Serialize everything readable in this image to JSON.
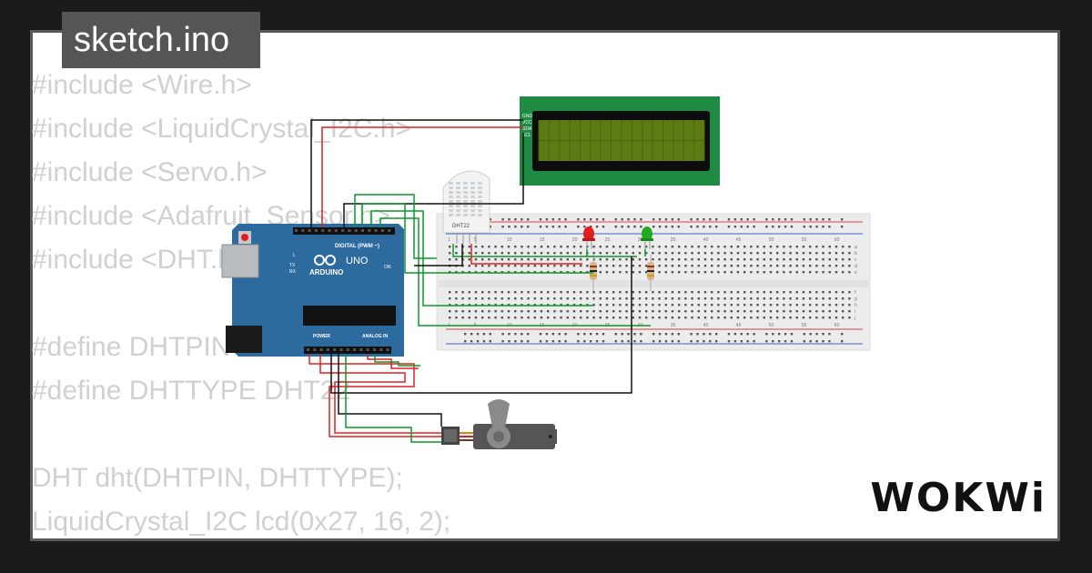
{
  "title": "sketch.ino",
  "code_lines": [
    "#include <Wire.h>",
    "#include <LiquidCrystal_I2C.h>",
    "#include <Servo.h>",
    "#include <Adafruit_Sensor.h>",
    "#include <DHT.h>",
    "",
    "#define DHTPIN 2",
    "#define DHTTYPE DHT22",
    "",
    "DHT dht(DHTPIN, DHTTYPE);",
    "LiquidCrystal_I2C lcd(0x27, 16, 2);"
  ],
  "arduino": {
    "brand": "ARDUINO",
    "model": "UNO",
    "digital_label": "DIGITAL (PWM ~)",
    "power_label": "POWER",
    "analog_label": "ANALOG IN",
    "on_label": "ON",
    "l_label": "L",
    "tx_label": "TX",
    "rx_label": "RX"
  },
  "dht_label": "DHT22",
  "lcd_pins": [
    "GND",
    "VCC",
    "SDA",
    "SCL"
  ],
  "breadboard_numbers": [
    "1",
    "5",
    "10",
    "15",
    "20",
    "25",
    "30",
    "35",
    "40",
    "45",
    "50",
    "55",
    "60"
  ],
  "breadboard_rows_top": [
    "a",
    "b",
    "c",
    "d",
    "e"
  ],
  "breadboard_rows_bottom": [
    "f",
    "g",
    "h",
    "i",
    "j"
  ],
  "logo": "WOKWi",
  "colors": {
    "background": "#1b1b1b",
    "card": "#ffffff",
    "title_bg": "#555555",
    "code_text": "#d0d0d0",
    "arduino_blue": "#2d6a9e",
    "lcd_green": "#1e8a42",
    "lcd_screen": "#5e7a12",
    "led_red": "#e02020",
    "led_green": "#22aa22",
    "wire_red": "#e02020",
    "wire_black": "#111111",
    "wire_green": "#0a9a2a"
  }
}
